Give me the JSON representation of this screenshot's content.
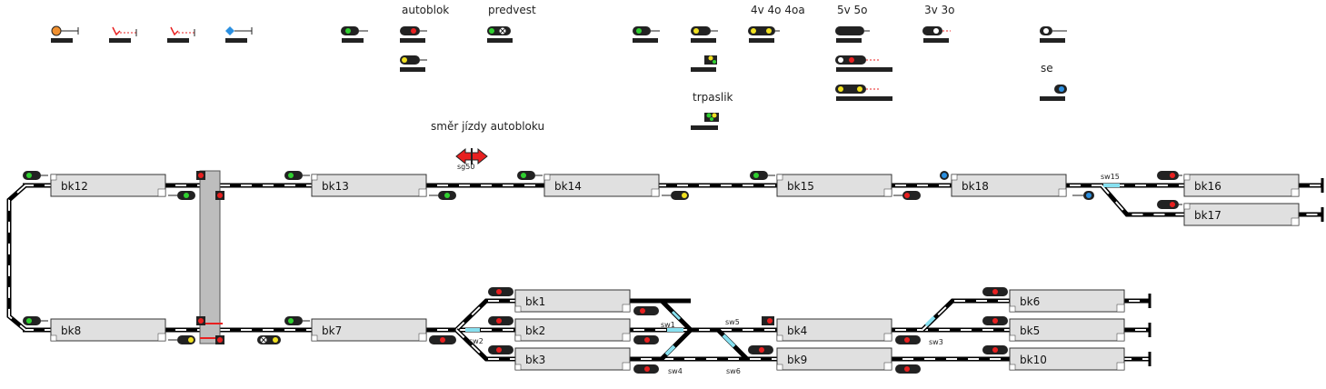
{
  "captions": {
    "autoblok": "autoblok",
    "predvest": "predvest",
    "c4v4o4oa": "4v 4o 4oa",
    "c5v5o": "5v 5o",
    "c3v3o": "3v 3o",
    "se": "se",
    "trpaslik": "trpaslik",
    "direction": "směr jízdy autobloku",
    "sg50": "sg50"
  },
  "blocks": {
    "bk12": "bk12",
    "bk13": "bk13",
    "bk14": "bk14",
    "bk15": "bk15",
    "bk18": "bk18",
    "bk16": "bk16",
    "bk17": "bk17",
    "bk8": "bk8",
    "bk7": "bk7",
    "bk1": "bk1",
    "bk2": "bk2",
    "bk3": "bk3",
    "bk4": "bk4",
    "bk9": "bk9",
    "bk6": "bk6",
    "bk5": "bk5",
    "bk10": "bk10"
  },
  "switches": {
    "sw1": "sw1",
    "sw2": "sw2",
    "sw3": "sw3",
    "sw4": "sw4",
    "sw5": "sw5",
    "sw6": "sw6",
    "sw15": "sw15"
  },
  "colors": {
    "track": "#000000",
    "track_light": "#ffffff",
    "switch_active": "#87e0f0",
    "block_fill": "#e0e0e0",
    "red": "#e82020",
    "green": "#30d030",
    "yellow": "#f0e020",
    "blue": "#2b8fe0",
    "orange": "#f09030"
  }
}
